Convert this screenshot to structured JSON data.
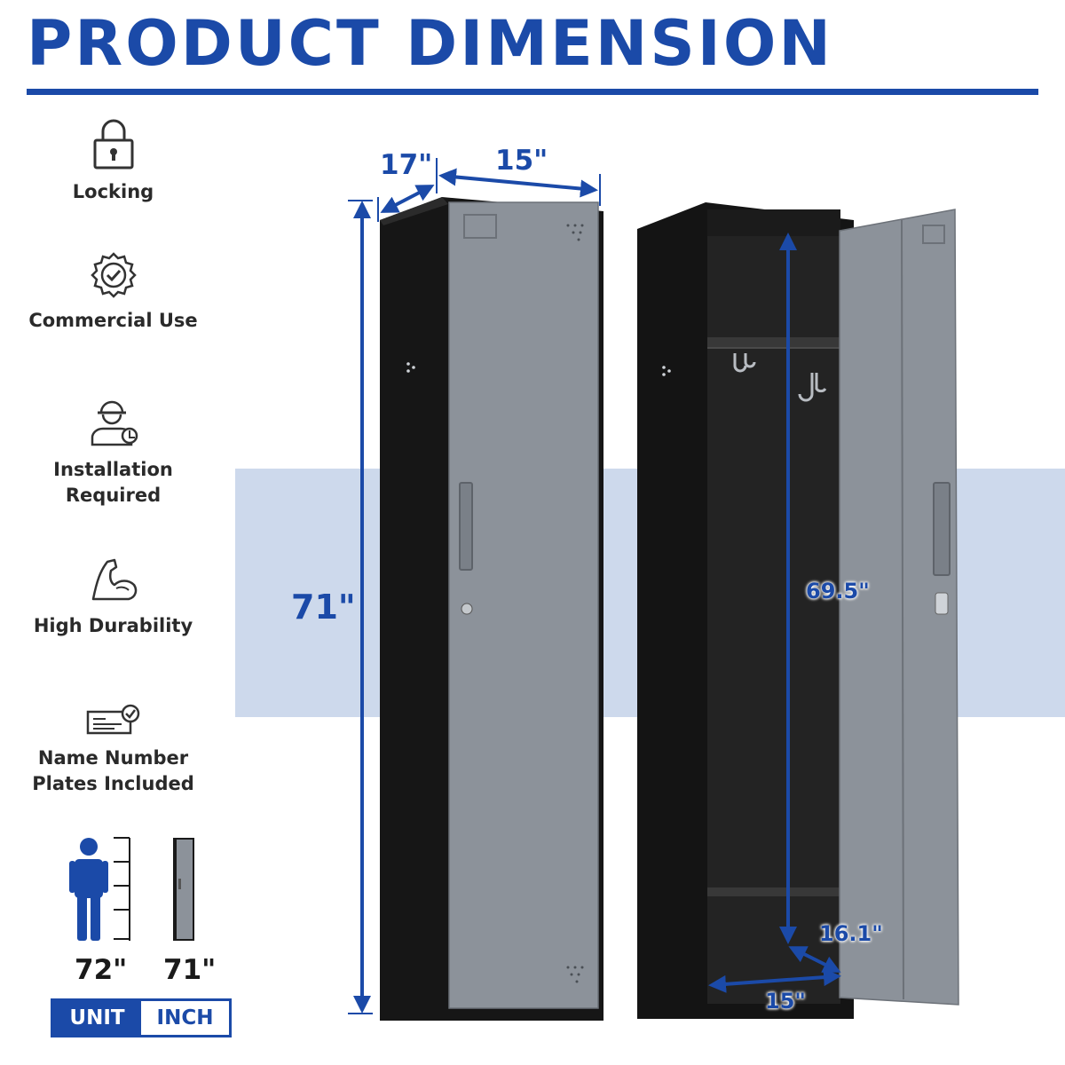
{
  "title": "PRODUCT DIMENSION",
  "features": [
    {
      "icon": "lock-icon",
      "label": "Locking"
    },
    {
      "icon": "certified-badge-icon",
      "label": "Commercial Use"
    },
    {
      "icon": "worker-wrench-icon",
      "label": "Installation Required"
    },
    {
      "icon": "flexed-arm-icon",
      "label": "High Durability"
    },
    {
      "icon": "name-plate-icon",
      "label": "Name Number Plates Included"
    }
  ],
  "dimensions": {
    "depth": "17\"",
    "width": "15\"",
    "height": "71\"",
    "inner_height": "69.5\"",
    "door_depth": "16.1\"",
    "inner_width": "15\""
  },
  "comparison": {
    "person_height": "72\"",
    "locker_height": "71\"",
    "unit_label": "UNIT",
    "unit_value": "INCH"
  },
  "colors": {
    "accent": "#1b4aa8",
    "band": "#cdd9ec",
    "cabinet_body": "#1a1a1a",
    "door": "#8e949c"
  }
}
